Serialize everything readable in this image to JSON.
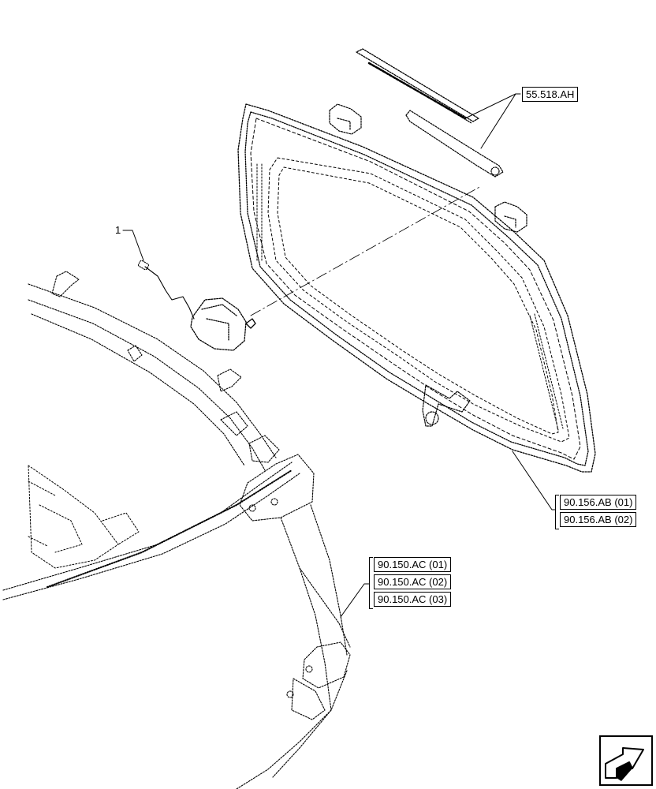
{
  "callout_item": "1",
  "references": {
    "wiper": "55.518.AH",
    "door_seal": [
      "90.156.AB (01)",
      "90.156.AB (02)"
    ],
    "frame": [
      "90.150.AC (01)",
      "90.150.AC (02)",
      "90.150.AC (03)"
    ]
  },
  "icon": "next-page-arrow-icon"
}
